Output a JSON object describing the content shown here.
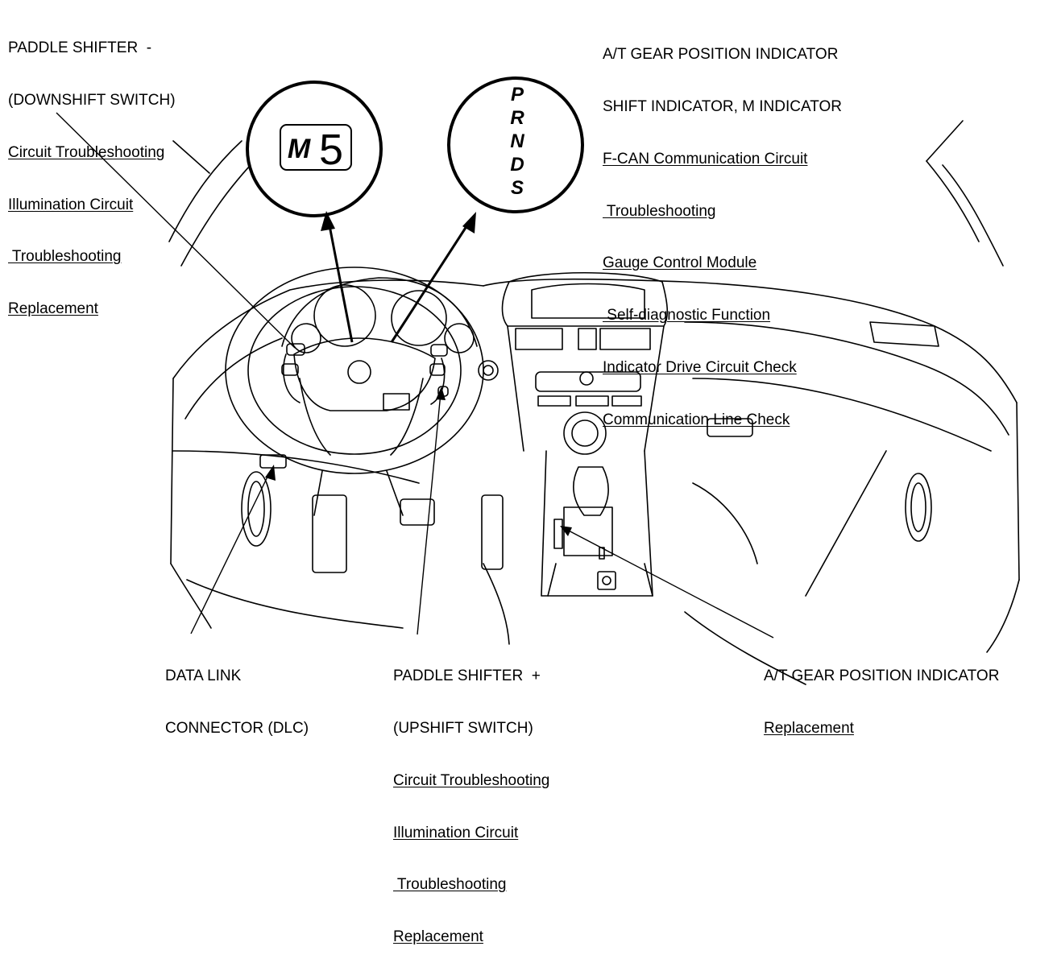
{
  "callouts": {
    "downshift": {
      "headings": [
        "PADDLE SHIFTER  -",
        "(DOWNSHIFT SWITCH)"
      ],
      "links": [
        "Circuit Troubleshooting",
        "Illumination Circuit",
        " Troubleshooting",
        "Replacement"
      ]
    },
    "indicator": {
      "headings": [
        "A/T GEAR POSITION INDICATOR",
        "SHIFT INDICATOR, M INDICATOR"
      ],
      "links": [
        "F-CAN Communication Circuit",
        " Troubleshooting",
        "Gauge Control Module",
        " Self-diagnostic Function",
        "Indicator Drive Circuit Check",
        "Communication Line Check"
      ]
    },
    "dlc": {
      "headings": [
        "DATA LINK",
        "CONNECTOR (DLC)"
      ],
      "links": []
    },
    "upshift": {
      "headings": [
        "PADDLE SHIFTER  +",
        "(UPSHIFT SWITCH)"
      ],
      "links": [
        "Circuit Troubleshooting",
        "Illumination Circuit",
        " Troubleshooting",
        "Replacement"
      ]
    },
    "at_indicator": {
      "headings": [
        "A/T GEAR POSITION INDICATOR"
      ],
      "links": [
        "Replacement"
      ]
    }
  },
  "m_indicator": {
    "letter": "M",
    "digit": "5"
  },
  "gear_indicator": {
    "gears": [
      "P",
      "R",
      "N",
      "D",
      "S"
    ]
  }
}
